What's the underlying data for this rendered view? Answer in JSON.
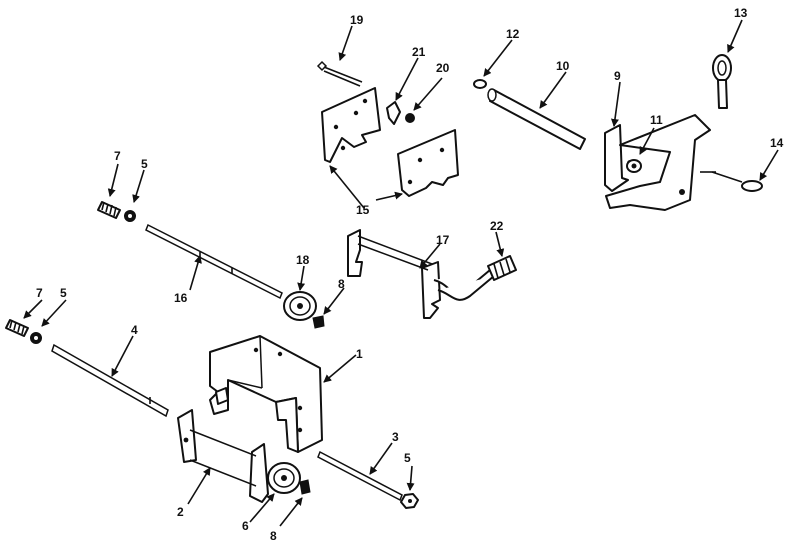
{
  "callouts": {
    "c1": "1",
    "c2": "2",
    "c3": "3",
    "c4": "4",
    "c5a": "5",
    "c5b": "5",
    "c5c": "5",
    "c6": "6",
    "c7a": "7",
    "c7b": "7",
    "c8a": "8",
    "c8b": "8",
    "c9": "9",
    "c10": "10",
    "c11": "11",
    "c12": "12",
    "c13": "13",
    "c14": "14",
    "c15a": "15",
    "c15b": "15",
    "c16": "16",
    "c17": "17",
    "c18": "18",
    "c19": "19",
    "c20": "20",
    "c21": "21",
    "c22": "22"
  },
  "colors": {
    "ink": "#111111",
    "paper": "#ffffff"
  }
}
